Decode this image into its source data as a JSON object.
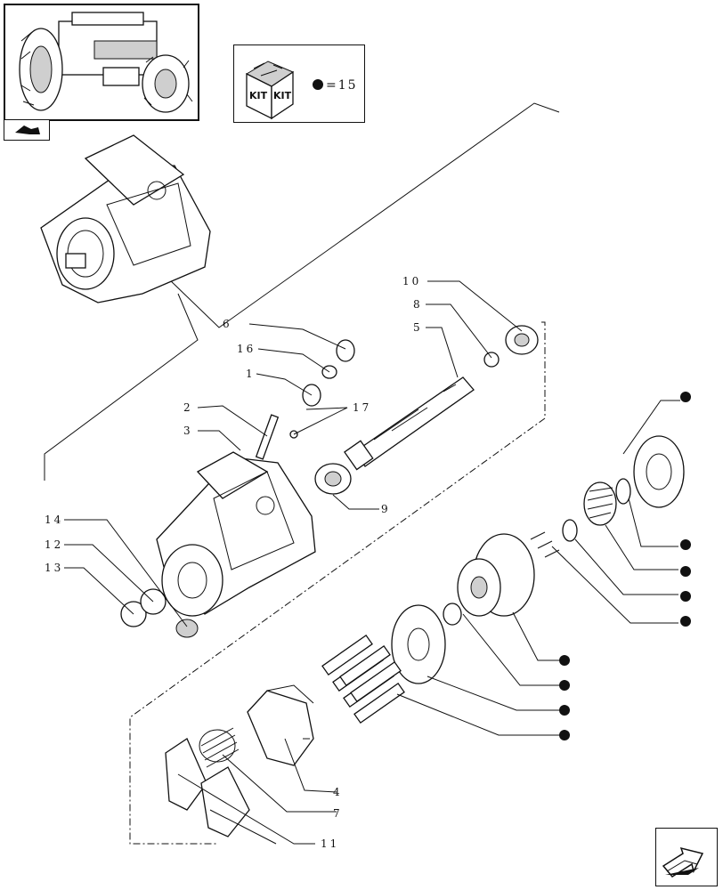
{
  "kit_legend": {
    "kit_label_1": "KIT",
    "kit_label_2": "KIT",
    "quantity_text": "=15"
  },
  "callouts": {
    "c1": "1",
    "c2": "2",
    "c3": "3",
    "c4": "4",
    "c5": "5",
    "c6": "6",
    "c7": "7",
    "c8": "8",
    "c9": "9",
    "c10": "10",
    "c11": "11",
    "c12": "12",
    "c13": "13",
    "c14": "14",
    "c16": "16",
    "c17": "17"
  },
  "icons": {
    "thumbnail": "tractor-thumbnail-icon",
    "return": "back-arrow-icon",
    "next": "next-page-arrow-icon",
    "kit_box": "kit-box-icon",
    "kit_marker": "filled-dot-icon"
  },
  "colors": {
    "ink": "#111111",
    "paper": "#ffffff"
  }
}
